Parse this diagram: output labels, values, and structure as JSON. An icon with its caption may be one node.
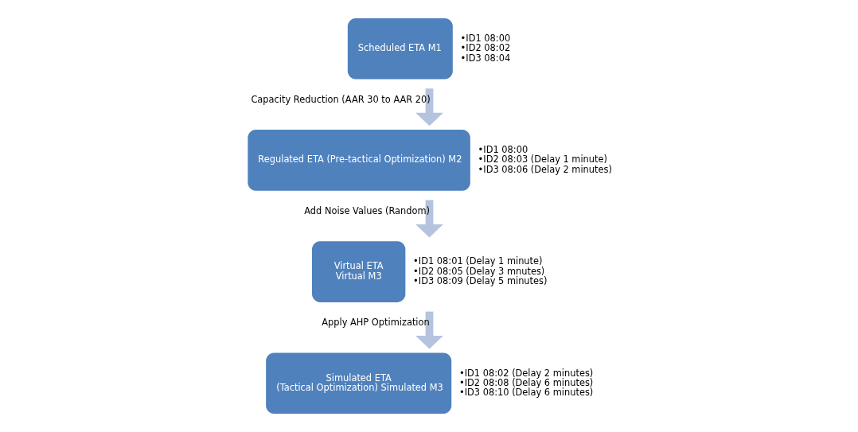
{
  "diagram": {
    "nodes": [
      {
        "text": [
          "Scheduled ETA M1"
        ],
        "beside": [
          "•ID1 08:00",
          "•ID2 08:02",
          "•ID3 08:04"
        ]
      },
      {
        "text": [
          "Regulated ETA (Pre-tactical Optimization) M2"
        ],
        "beside": [
          "•ID1 08:00",
          "•ID2 08:03 (Delay 1 minute)",
          "•ID3 08:06 (Delay 2 minutes)"
        ]
      },
      {
        "text": [
          "Virtual ETA",
          "Virtual M3"
        ],
        "beside": [
          "•ID1 08:01 (Delay 1 minute)",
          "•ID2 08:05 (Delay 3 mnutes)",
          "•ID3 08:09 (Delay 5 minutes)"
        ]
      },
      {
        "text": [
          "Simulated ETA",
          "(Tactical Optimization) Simulated M3"
        ],
        "beside": [
          "•ID1 08:02 (Delay 2 minutes)",
          "•ID2 08:08 (Delay 6 minutes)",
          "•ID3 08:10 (Delay 6 minutes)"
        ]
      }
    ],
    "edges": [
      {
        "from": 0,
        "to": 1,
        "arrow": "to",
        "label": "Capacity Reduction (AAR 30 to AAR 20)"
      },
      {
        "from": 1,
        "to": 2,
        "arrow": "to",
        "label": "Add Noise Values (Random)"
      },
      {
        "from": 2,
        "to": 3,
        "arrow": "to",
        "label": "Apply AHP Optimization"
      }
    ]
  }
}
